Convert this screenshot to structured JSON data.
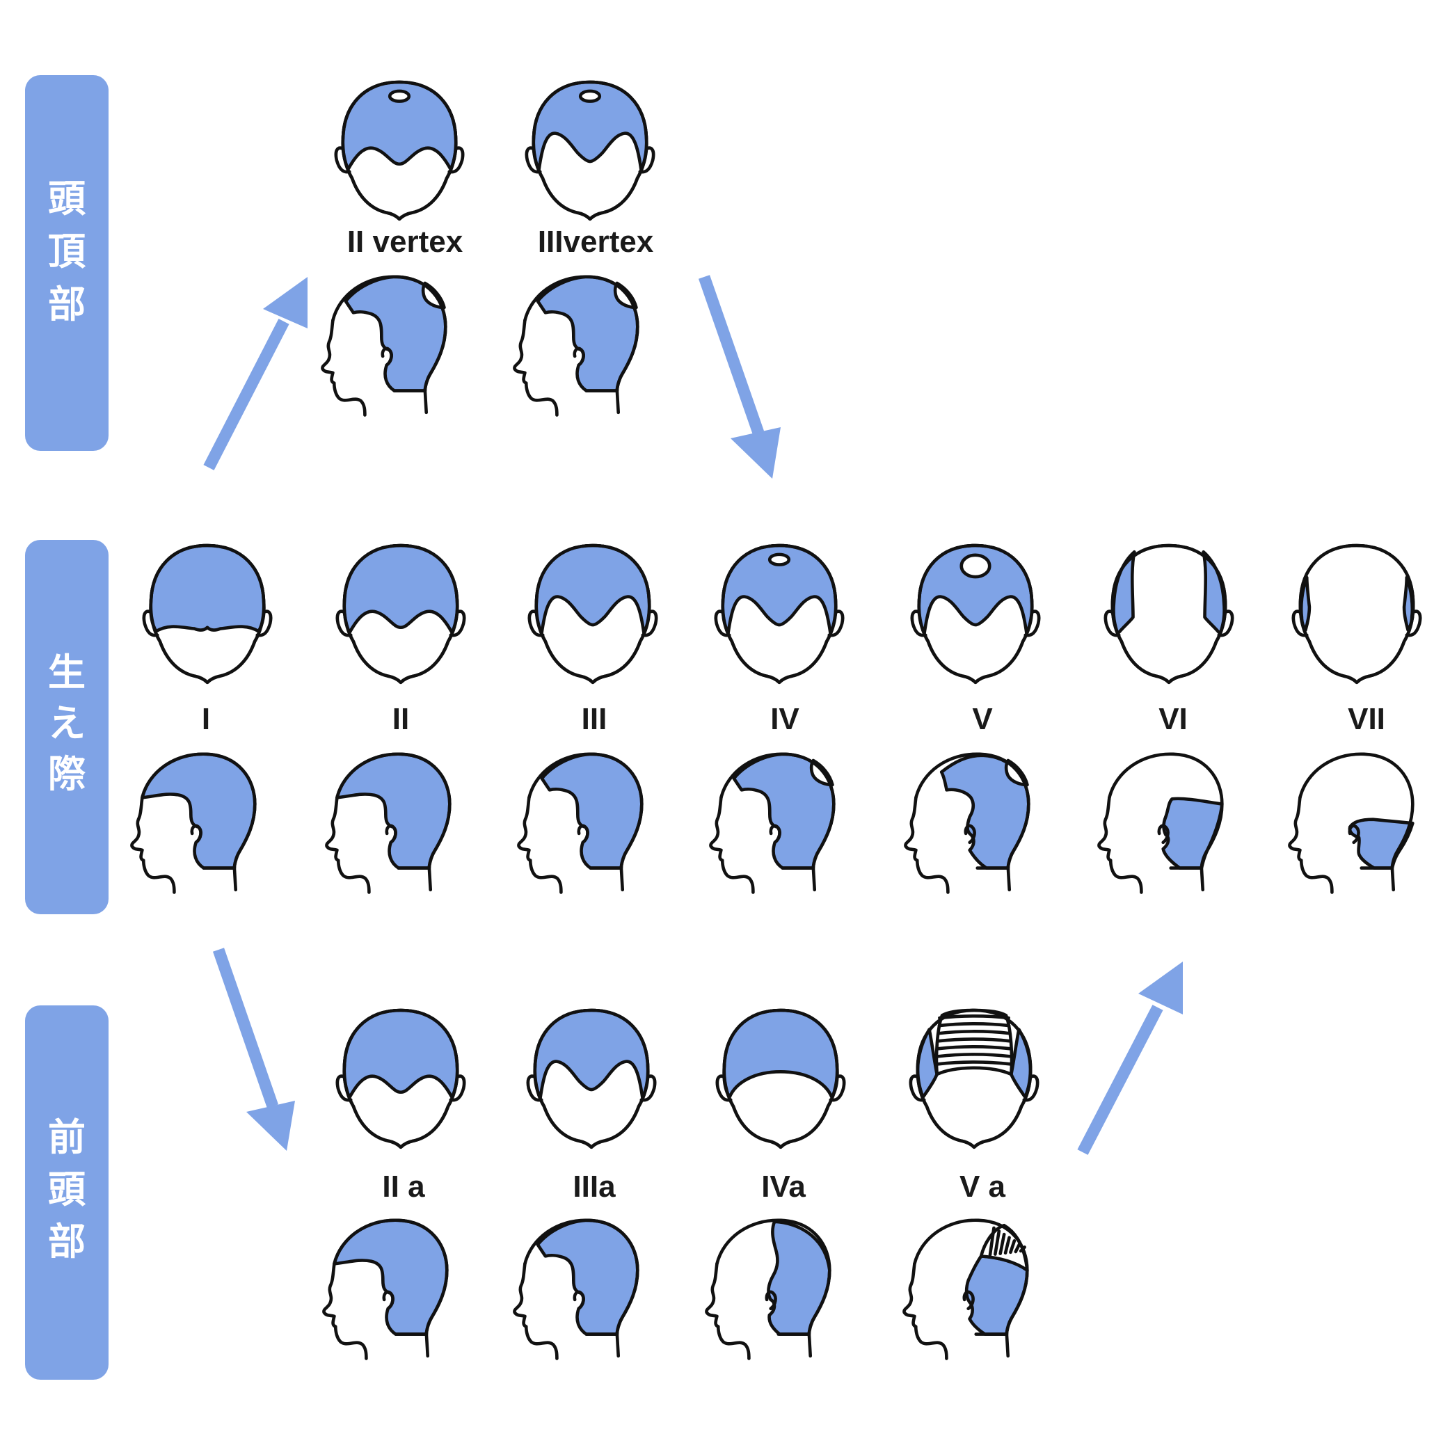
{
  "colors": {
    "accent": "#7fa3e6",
    "outline": "#111111",
    "background": "#ffffff"
  },
  "stage_labels": {
    "vertex": "頭頂部",
    "hairline": "生え際",
    "frontal": "前頭部"
  },
  "labels": {
    "II_vertex": "II vertex",
    "III_vertex": "IIIvertex",
    "I": "I",
    "II": "II",
    "III": "III",
    "IV": "IV",
    "V": "V",
    "VI": "VI",
    "VII": "VII",
    "IIa": "II a",
    "IIIa": "IIIa",
    "IVa": "IVa",
    "Va": "V a"
  },
  "stages": [
    {
      "id": "II_vertex",
      "row": "vertex",
      "front_pattern": "m-shape",
      "crown_spot": "small",
      "side_pattern": "crown-notch",
      "hatched": false
    },
    {
      "id": "III_vertex",
      "row": "vertex",
      "front_pattern": "deep-m",
      "crown_spot": "small",
      "side_pattern": "crown-notch-recessed",
      "hatched": false
    },
    {
      "id": "I",
      "row": "hairline",
      "front_pattern": "full",
      "crown_spot": "none",
      "side_pattern": "full",
      "hatched": false
    },
    {
      "id": "II",
      "row": "hairline",
      "front_pattern": "m-shape",
      "crown_spot": "none",
      "side_pattern": "full",
      "hatched": false
    },
    {
      "id": "III",
      "row": "hairline",
      "front_pattern": "deep-m",
      "crown_spot": "none",
      "side_pattern": "recessed",
      "hatched": false
    },
    {
      "id": "IV",
      "row": "hairline",
      "front_pattern": "deep-m",
      "crown_spot": "small",
      "side_pattern": "crown-notch-recessed",
      "hatched": false
    },
    {
      "id": "V",
      "row": "hairline",
      "front_pattern": "deep-m",
      "crown_spot": "large",
      "side_pattern": "crown-notch-deep",
      "hatched": false
    },
    {
      "id": "VI",
      "row": "hairline",
      "front_pattern": "bald-sides",
      "crown_spot": "none",
      "side_pattern": "horseshoe",
      "hatched": false
    },
    {
      "id": "VII",
      "row": "hairline",
      "front_pattern": "bald-rim",
      "crown_spot": "none",
      "side_pattern": "thin-horseshoe",
      "hatched": false
    },
    {
      "id": "IIa",
      "row": "frontal",
      "front_pattern": "m-shape",
      "crown_spot": "none",
      "side_pattern": "full",
      "hatched": false
    },
    {
      "id": "IIIa",
      "row": "frontal",
      "front_pattern": "deep-m",
      "crown_spot": "none",
      "side_pattern": "recessed",
      "hatched": false
    },
    {
      "id": "IVa",
      "row": "frontal",
      "front_pattern": "receded-arc",
      "crown_spot": "none",
      "side_pattern": "deep-recessed",
      "hatched": false
    },
    {
      "id": "Va",
      "row": "frontal",
      "front_pattern": "hatched-top",
      "crown_spot": "none",
      "side_pattern": "hatched-top",
      "hatched": true
    }
  ]
}
